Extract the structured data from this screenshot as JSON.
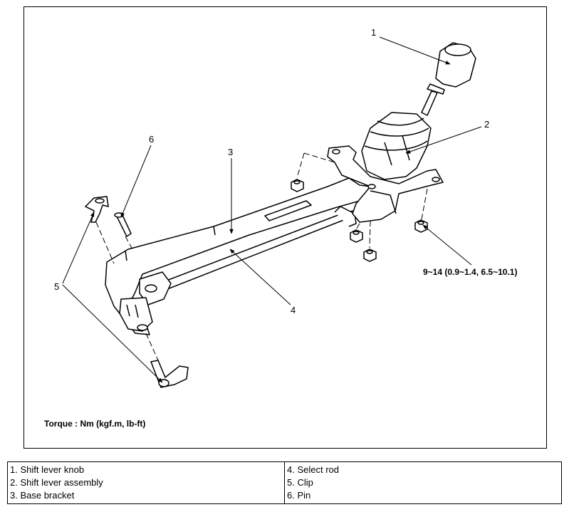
{
  "callouts": {
    "n1": "1",
    "n2": "2",
    "n3": "3",
    "n4": "4",
    "n5": "5",
    "n6": "6"
  },
  "torque_spec": "9~14 (0.9~1.4, 6.5~10.1)",
  "torque_note": "Torque : Nm (kgf.m, lb-ft)",
  "legend": {
    "left": [
      "1. Shift lever knob",
      "2. Shift lever assembly",
      "3. Base bracket"
    ],
    "right": [
      "4. Select rod",
      "5. Clip",
      "6. Pin"
    ]
  }
}
